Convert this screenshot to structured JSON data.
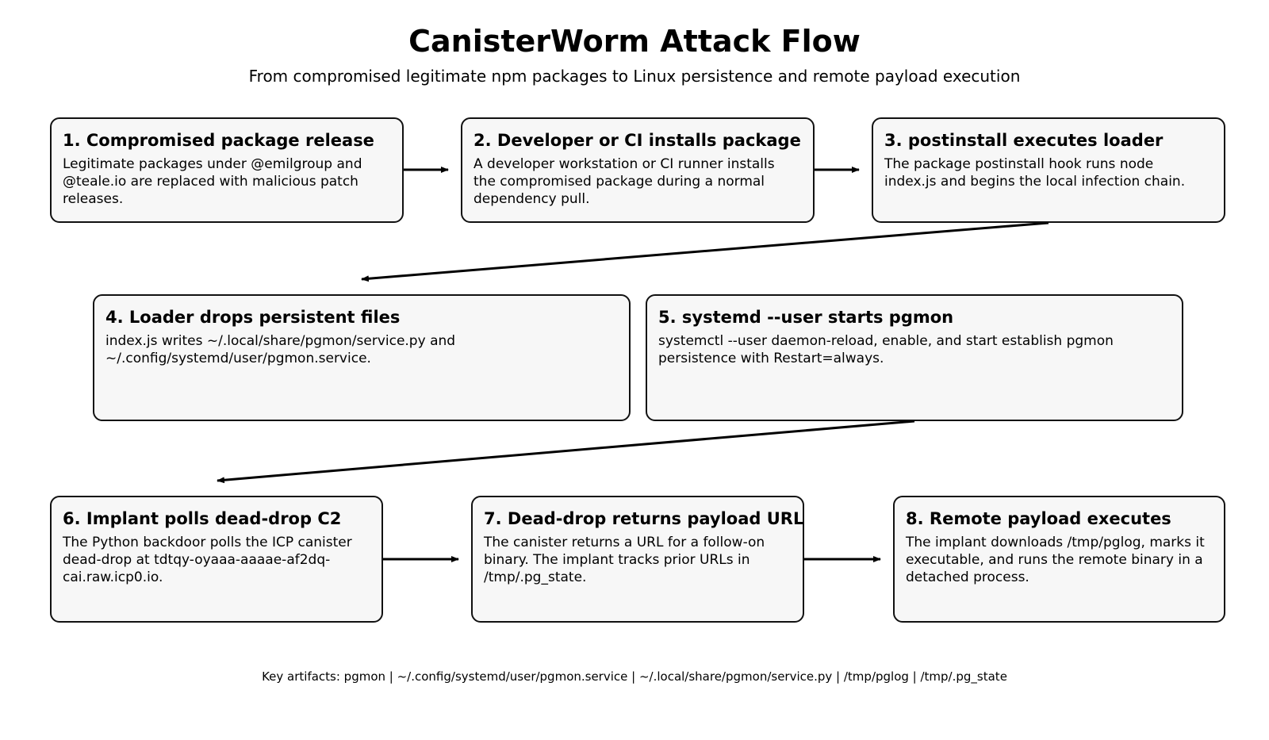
{
  "header": {
    "title": "CanisterWorm Attack Flow",
    "subtitle": "From compromised legitimate npm packages to Linux persistence and remote payload execution"
  },
  "steps": [
    {
      "title": "1. Compromised package release",
      "body": "Legitimate packages under @emilgroup and\n@teale.io are replaced with malicious patch\nreleases."
    },
    {
      "title": "2. Developer or CI installs package",
      "body": "A developer workstation or CI runner installs\nthe compromised package during a normal\ndependency pull."
    },
    {
      "title": "3. postinstall executes loader",
      "body": "The package postinstall hook runs node\nindex.js and begins the local infection chain."
    },
    {
      "title": "4. Loader drops persistent files",
      "body": "index.js writes ~/.local/share/pgmon/service.py and\n~/.config/systemd/user/pgmon.service."
    },
    {
      "title": "5. systemd --user starts pgmon",
      "body": "systemctl --user daemon-reload, enable, and start establish pgmon\npersistence with Restart=always."
    },
    {
      "title": "6. Implant polls dead-drop C2",
      "body": "The Python backdoor polls the ICP canister\ndead-drop at tdtqy-oyaaa-aaaae-af2dq-\ncai.raw.icp0.io."
    },
    {
      "title": "7. Dead-drop returns payload URL",
      "body": "The canister returns a URL for a follow-on\nbinary. The implant tracks prior URLs in\n/tmp/.pg_state."
    },
    {
      "title": "8. Remote payload executes",
      "body": "The implant downloads /tmp/pglog, marks it\nexecutable, and runs the remote binary in a\ndetached process."
    }
  ],
  "footer": {
    "text": "Key artifacts: pgmon | ~/.config/systemd/user/pgmon.service | ~/.local/share/pgmon/service.py | /tmp/pglog | /tmp/.pg_state"
  },
  "colors": {
    "box_fill": "#f7f7f7",
    "box_border": "#111111",
    "arrow": "#000000",
    "text": "#000000"
  }
}
